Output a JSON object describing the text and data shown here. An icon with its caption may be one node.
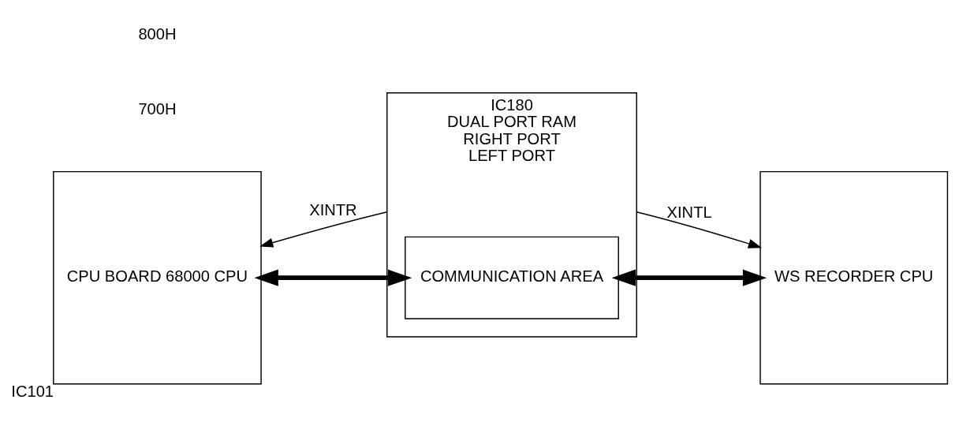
{
  "diagram": {
    "nodes": [
      {
        "text": [
          "CPU BOARD 68000 CPU"
        ],
        "beside": [
          "IC101"
        ]
      },
      {
        "text": [
          "DUAL PORT RAM",
          "RIGHT PORT",
          "LEFT PORT"
        ],
        "beside": [
          "IC180"
        ]
      },
      {
        "text": [
          "COMMUNICATION AREA"
        ],
        "in": 1
      },
      {
        "text": [
          "WS RECORDER CPU"
        ]
      }
    ],
    "edges": [
      {
        "from": 1,
        "to": 0,
        "arrow": "to",
        "label": "XINTR"
      },
      {
        "from": 1,
        "to": 3,
        "arrow": "to",
        "label": "XINTL"
      },
      {
        "from": 0,
        "to": 2,
        "arrow": "both",
        "style": "thick"
      },
      {
        "from": 2,
        "to": 3,
        "arrow": "both",
        "style": "thick"
      }
    ],
    "labels": [
      "700H",
      "800H"
    ]
  }
}
